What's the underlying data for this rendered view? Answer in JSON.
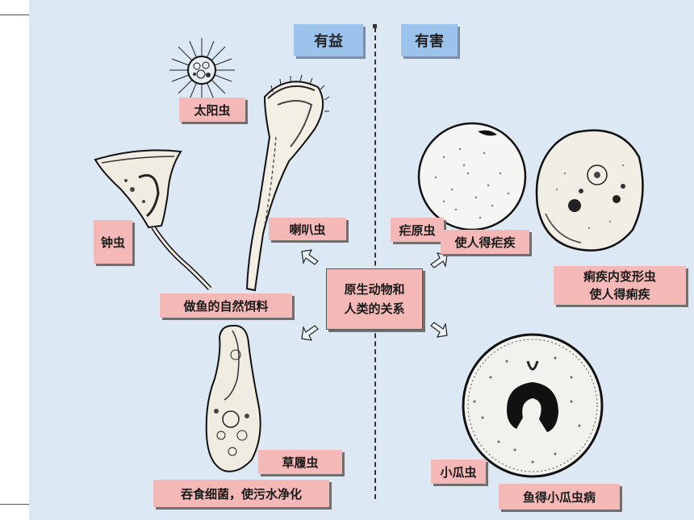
{
  "headers": {
    "beneficial": "有益",
    "harmful": "有害"
  },
  "center": {
    "line1": "原生动物和",
    "line2": "人类的关系"
  },
  "beneficial_labels": {
    "actinophrys": "太阳虫",
    "vorticella": "钟虫",
    "stentor": "喇叭虫",
    "fish_food": "做鱼的自然饵料",
    "paramecium": "草履虫",
    "purify": "吞食细菌，使污水净化"
  },
  "harmful_labels": {
    "plasmodium": "疟原虫",
    "malaria": "使人得疟疾",
    "amoeba_line1": "痢疾内变形虫",
    "amoeba_line2": "使人得痢疾",
    "ichthyophthirius": "小瓜虫",
    "fish_disease": "鱼得小瓜虫病"
  },
  "colors": {
    "panel": "#dce8f3",
    "header": "#9cc3ec",
    "label": "#f4b9b6",
    "shadow": "#6f6f6f"
  },
  "icons": [
    "sun-animalcule",
    "bell-animalcule",
    "trumpet-animalcule",
    "slipper-animalcule",
    "malaria-parasite",
    "dysentery-amoeba",
    "ich-parasite",
    "arrow"
  ]
}
